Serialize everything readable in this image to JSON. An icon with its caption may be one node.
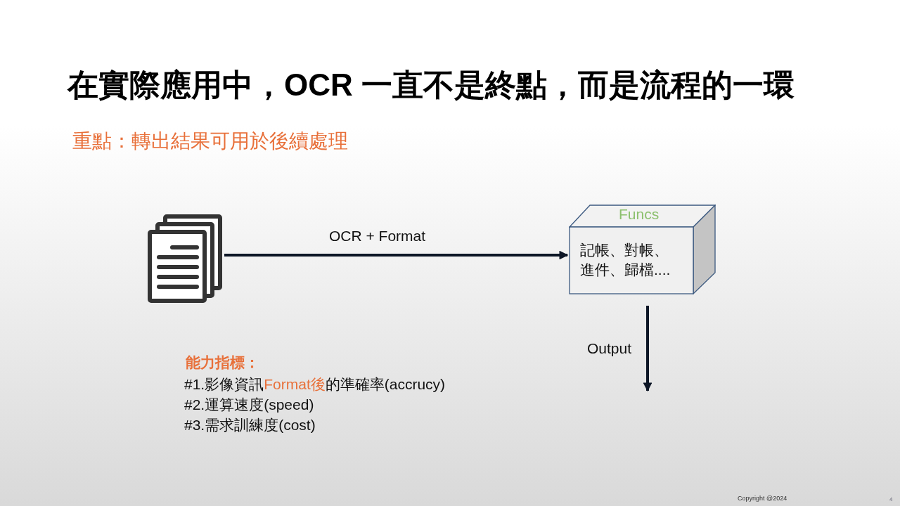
{
  "diagram": {
    "title": "在實際應用中，OCR 一直不是終點，而是流程的一環",
    "nodes": [
      {
        "text": [],
        "shape": "picture"
      },
      {
        "text": [
          "Funcs",
          "記帳、對帳、進件、歸檔...."
        ]
      }
    ],
    "edges": [
      {
        "from": 0,
        "to": 1,
        "arrow": "to",
        "label": "OCR + Format"
      },
      {
        "from": 1,
        "to": null,
        "arrow": "to",
        "label": "Output"
      }
    ],
    "labels": [
      "重點：轉出結果可用於後續處理",
      "能力指標：",
      "#1.影像資訊**Format後**的準確率(accrucy)",
      "#2.運算速度(speed)",
      "#3.需求訓練度(cost)",
      "Copyright @2024",
      "4"
    ]
  }
}
